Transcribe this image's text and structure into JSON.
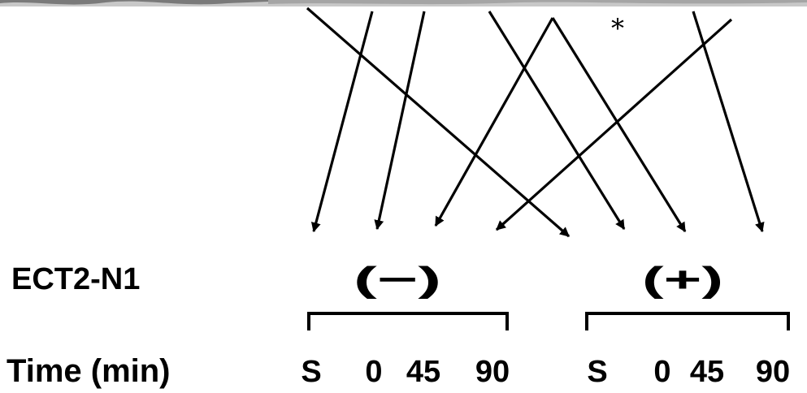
{
  "asterisk": "*",
  "row_labels": {
    "construct": "ECT2-N1",
    "time": "Time (min)"
  },
  "groups": [
    {
      "condition_label": "(−)",
      "time_labels": [
        "S",
        "0",
        "45",
        "90"
      ]
    },
    {
      "condition_label": "(+)",
      "time_labels": [
        "S",
        "0",
        "45",
        "90"
      ]
    }
  ],
  "colors": {
    "ink": "#000000",
    "background": "#ffffff",
    "top_strip": "#9a9a9a"
  }
}
